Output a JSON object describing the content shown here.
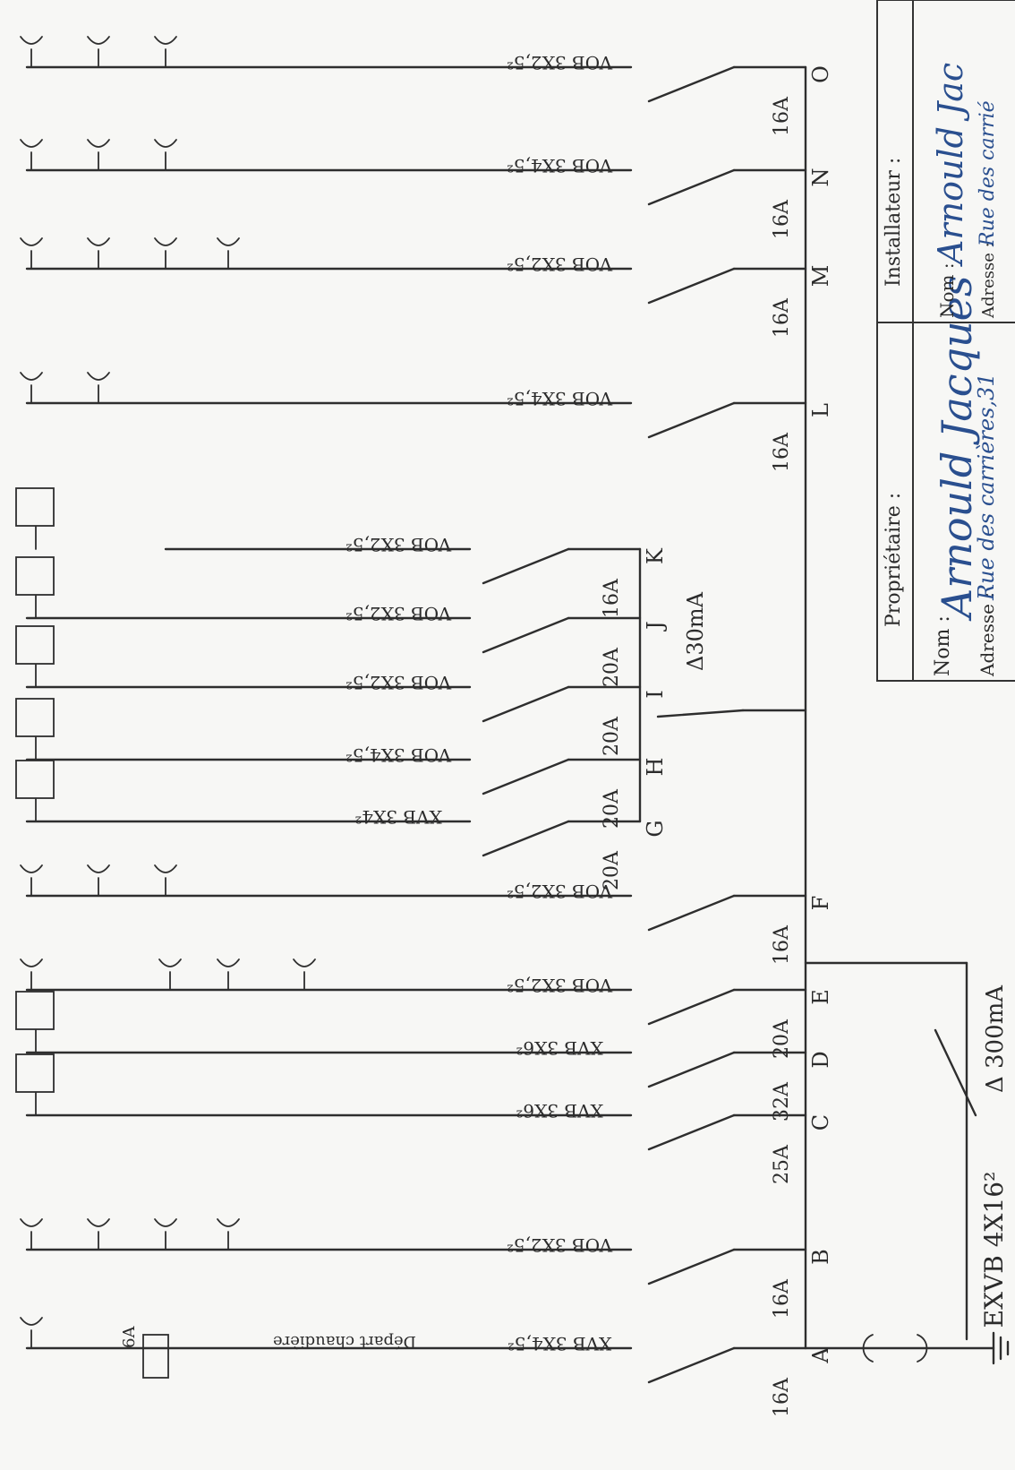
{
  "circuits": [
    {
      "id": "A",
      "breaker": "16A",
      "cable": "XVB 3X4,5²",
      "boiler_label": "Départ chaudière",
      "boiler_fuse": "6A"
    },
    {
      "id": "B",
      "breaker": "16A",
      "cable": "VOB 3X2,5²"
    },
    {
      "id": "C",
      "breaker": "25A",
      "cable": "XVB 3X6²"
    },
    {
      "id": "D",
      "breaker": "32A",
      "cable": "XVB 3X6²"
    },
    {
      "id": "E",
      "breaker": "20A",
      "cable": "VOB 3X2,5²"
    },
    {
      "id": "F",
      "breaker": "16A",
      "cable": "VOB 3X2,5²"
    },
    {
      "id": "G",
      "breaker": "20A",
      "cable": "XVB 3X4²"
    },
    {
      "id": "H",
      "breaker": "20A",
      "cable": "VOB 3X4,5²"
    },
    {
      "id": "I",
      "breaker": "20A",
      "cable": "VOB 3X2,5²"
    },
    {
      "id": "J",
      "breaker": "20A",
      "cable": "VOB 3X2,5²"
    },
    {
      "id": "K",
      "breaker": "16A",
      "cable": "VOB 3X2,5²"
    },
    {
      "id": "L",
      "breaker": "16A",
      "cable": "VOB 3X4,5²"
    },
    {
      "id": "M",
      "breaker": "16A",
      "cable": "VOB 3X2,5²"
    },
    {
      "id": "N",
      "breaker": "16A",
      "cable": "VOB 3X4,5²"
    },
    {
      "id": "O",
      "breaker": "16A",
      "cable": "VOB 3X2,5²"
    }
  ],
  "main_cable": "EXVB 4X16²",
  "main_differential": "Δ 300mA",
  "sub_differential": "Δ30mA",
  "title_block": {
    "owner_heading": "Propriétaire :",
    "installer_heading": "Installateur :",
    "name_label": "Nom :",
    "address_label": "Adresse :",
    "owner_name": "Arnould Jacques",
    "owner_address": "Rue des carrières,31",
    "installer_name": "Arnould Jac",
    "installer_address": "Rue des carrié"
  }
}
